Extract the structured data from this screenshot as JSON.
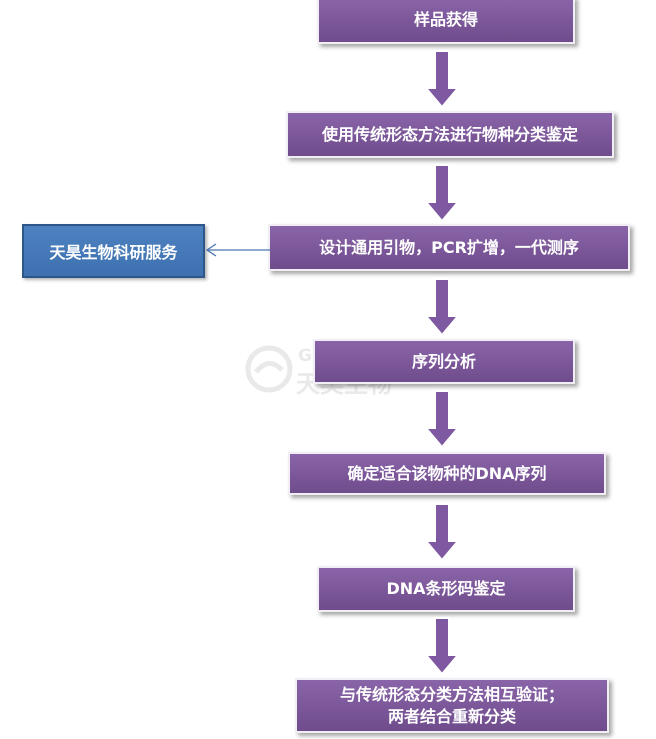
{
  "steps": [
    "样品获得",
    "使用传统形态方法进行物种分类鉴定",
    "设计通用引物，PCR扩增，一代测序",
    "序列分析",
    "确定适合该物种的DNA序列",
    "DNA条形码鉴定",
    "与传统形态分类方法相互验证；",
    "两者结合重新分类"
  ],
  "service_box": "天昊生物科研服务",
  "watermark": {
    "en": "GENESKY",
    "cn": "天昊生物"
  },
  "colors": {
    "node": "#7b5799",
    "service": "#4275b5",
    "arrow_fill": "#7e58a0",
    "connector": "#4a74b0"
  }
}
